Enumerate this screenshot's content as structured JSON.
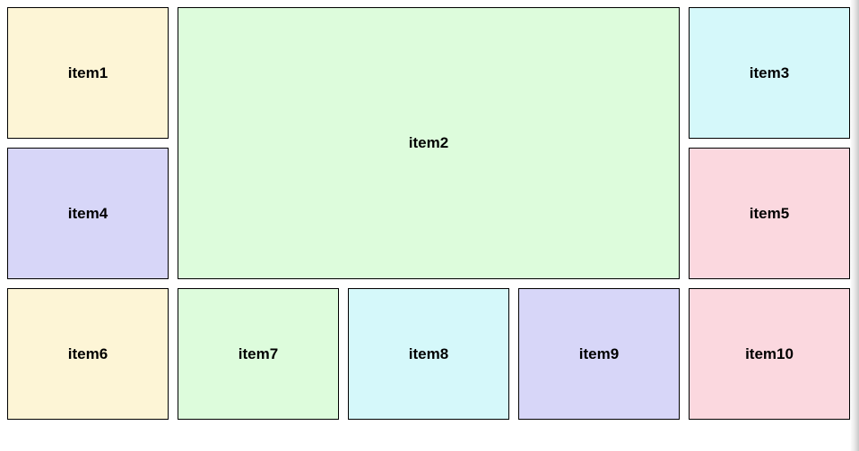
{
  "page": {
    "background": "#ffffff",
    "border_color": "#000000",
    "text_color": "#000000"
  },
  "edge": {
    "gradient_from": "#ffffff",
    "gradient_to": "#c9c9c9"
  },
  "items": [
    {
      "label": "item1",
      "color": "#fdf5d6"
    },
    {
      "label": "item2",
      "color": "#ddfcdc"
    },
    {
      "label": "item3",
      "color": "#d5f8fa"
    },
    {
      "label": "item4",
      "color": "#d7d6f8"
    },
    {
      "label": "item5",
      "color": "#fbd8df"
    },
    {
      "label": "item6",
      "color": "#fdf5d6"
    },
    {
      "label": "item7",
      "color": "#ddfcdc"
    },
    {
      "label": "item8",
      "color": "#d5f8fa"
    },
    {
      "label": "item9",
      "color": "#d7d6f8"
    },
    {
      "label": "item10",
      "color": "#fbd8df"
    }
  ]
}
